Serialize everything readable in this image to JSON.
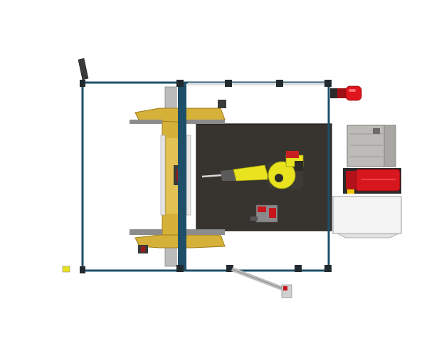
{
  "scene": {
    "view": "top-down",
    "colors": {
      "frame": "#1f4f68",
      "positioner": "#d6b13a",
      "positioner_dark": "#a8871f",
      "floor": "#37342f",
      "robot": "#e8e31e",
      "robot_dark": "#3b3a34",
      "red_equipment": "#d8161e",
      "light_tower": "#e0141c",
      "cabinet": "#c5c3c0",
      "panel": "#f1f1f1",
      "post": "#222a30"
    },
    "components": [
      "safety-fence-frame",
      "turntable-positioner",
      "robot-floor-plate",
      "welding-robot",
      "robot-controller-cabinet",
      "welding-power-supply",
      "operator-control-panel",
      "signal-light-tower",
      "swing-arm-pendant"
    ]
  }
}
